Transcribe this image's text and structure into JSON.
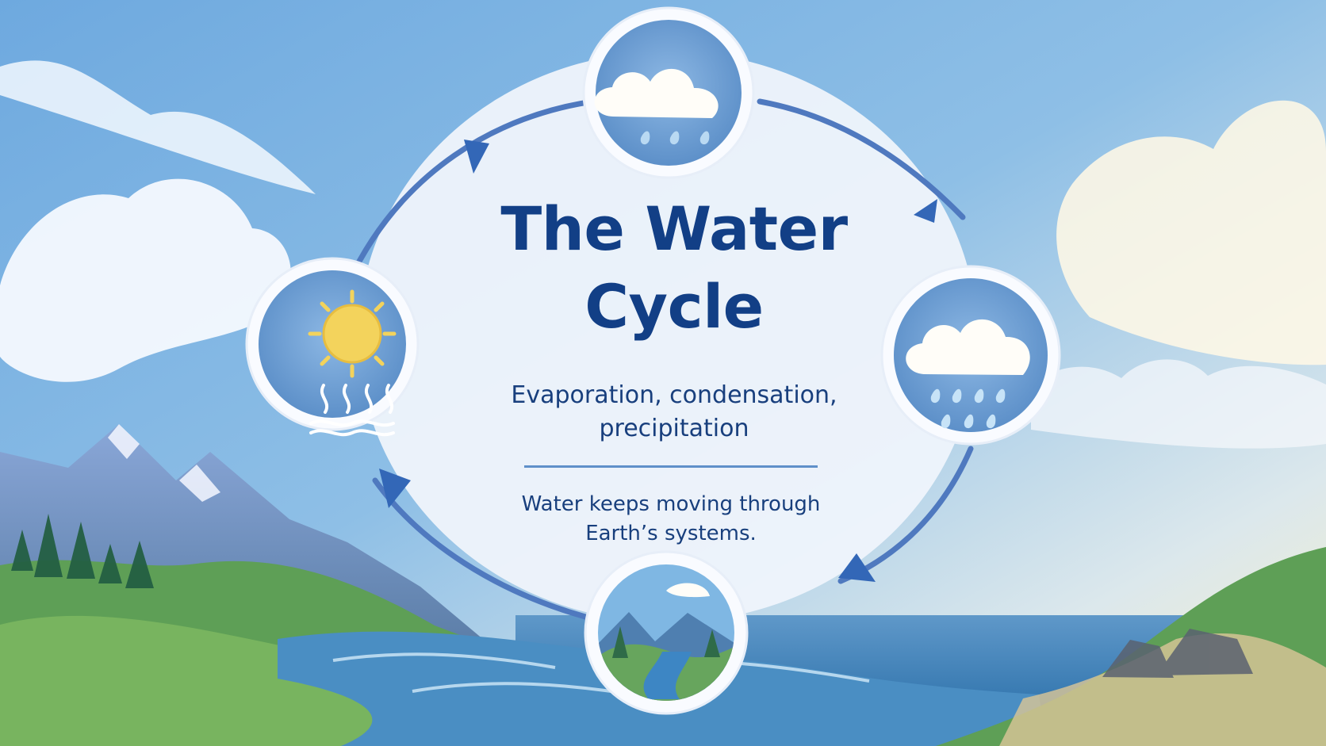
{
  "diagram": {
    "title": "The Water Cycle",
    "subtitle": "Evaporation, condensation, precipitation",
    "tagline": "Water keeps moving through Earth’s systems.",
    "stages": [
      {
        "icon": "cloud-icon"
      },
      {
        "icon": "rain-cloud-icon"
      },
      {
        "icon": "river-landscape-icon"
      },
      {
        "icon": "sun-evaporation-icon"
      }
    ],
    "colors": {
      "title": "#123f86",
      "text": "#183f7d",
      "accent": "#4f79bf",
      "stage_fill": "#6f9fd3",
      "sky": "#78addf",
      "panel": "#eef4fb"
    }
  }
}
